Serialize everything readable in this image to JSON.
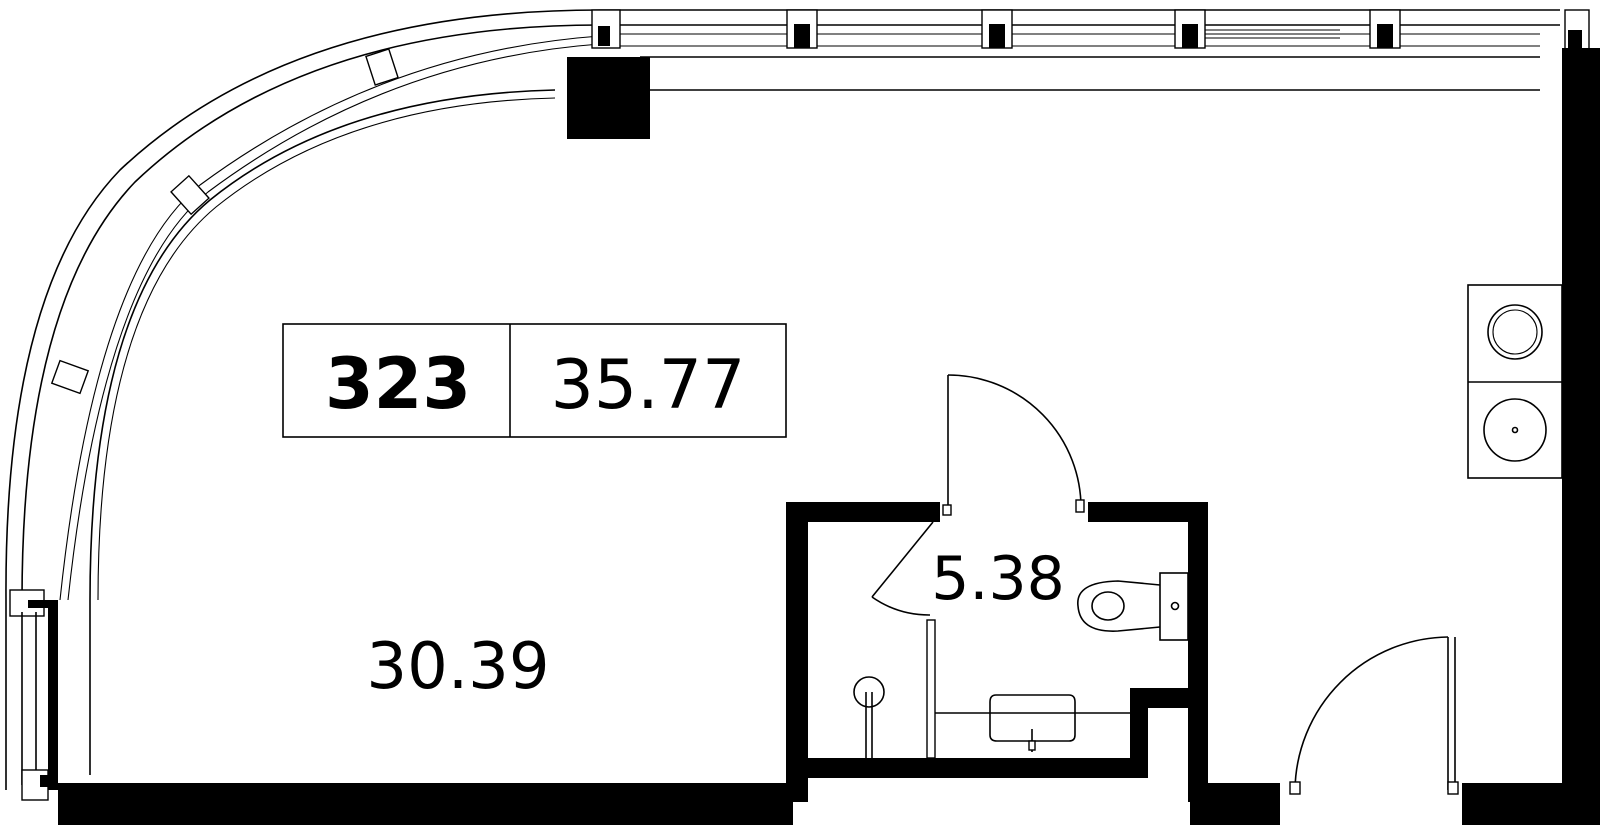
{
  "plan": {
    "apartment_number": "323",
    "total_area": "35.77",
    "rooms": [
      {
        "id": "main-room",
        "area": "30.39"
      },
      {
        "id": "bathroom",
        "area": "5.38"
      }
    ]
  }
}
